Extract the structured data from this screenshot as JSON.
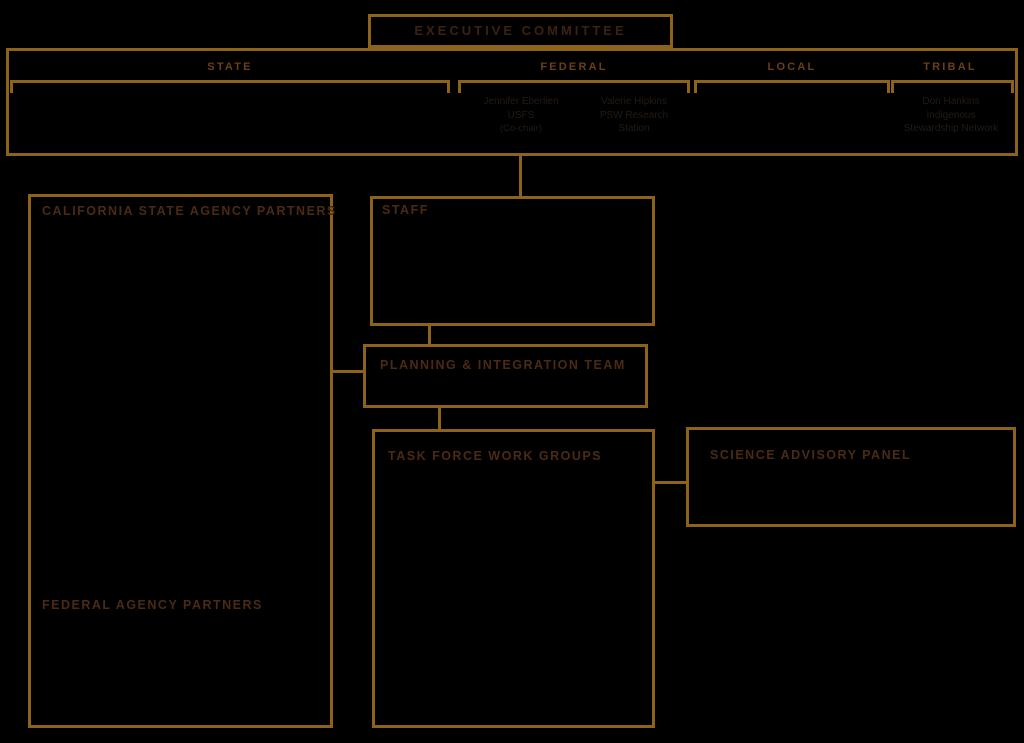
{
  "colors": {
    "line": "#8c6318",
    "heading_text": "#4a2a12",
    "column_heading_text": "#6b3f14",
    "person_text": "#231a14",
    "background": "#000000"
  },
  "chart_data": {
    "type": "diagram",
    "title": "Executive Committee Organizational Chart",
    "diagram_kind": "organizational-chart"
  },
  "executive_committee": {
    "title": "EXECUTIVE COMMITTEE",
    "columns": [
      {
        "id": "state",
        "label": "STATE",
        "members": []
      },
      {
        "id": "federal",
        "label": "FEDERAL",
        "members": [
          {
            "name": "Jennifer Eberlien",
            "org": "USFS",
            "role": "(Co-chair)"
          },
          {
            "name": "Valerie Hipkins",
            "org": "PSW Research",
            "org2": "Station",
            "role": ""
          }
        ]
      },
      {
        "id": "local",
        "label": "LOCAL",
        "members": []
      },
      {
        "id": "tribal",
        "label": "TRIBAL",
        "members": [
          {
            "name": "Don Hankins",
            "org": "Indigenous",
            "org2": "Stewardship Network",
            "role": ""
          }
        ]
      }
    ]
  },
  "panels": {
    "california_state_agency_partners": "CALIFORNIA STATE AGENCY PARTNERS",
    "federal_agency_partners": "FEDERAL AGENCY PARTNERS",
    "staff": "STAFF",
    "planning_integration_team": "PLANNING & INTEGRATION TEAM",
    "task_force_work_groups": "TASK FORCE WORK GROUPS",
    "science_advisory_panel": "SCIENCE ADVISORY PANEL"
  }
}
